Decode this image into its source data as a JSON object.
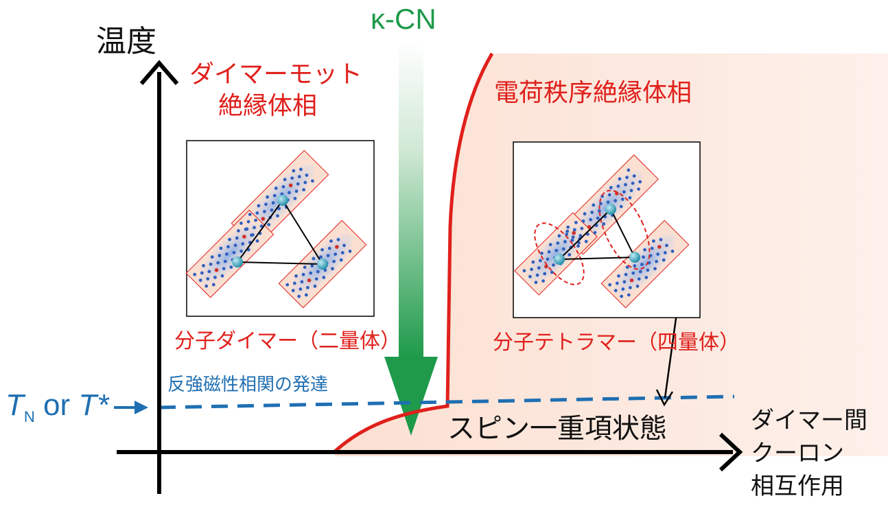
{
  "colors": {
    "red_phase": "#e0201c",
    "blue_line": "#1f6fb2",
    "green_arrow": "#1e9a4a",
    "phase_fill": "#fbe3d7"
  },
  "axes": {
    "y_label": "温度",
    "x_label_line1": "ダイマー間",
    "x_label_line2": "クーロン",
    "x_label_line3": "相互作用"
  },
  "compound_label": "κ-CN",
  "dimer_phase": {
    "line1": "ダイマーモット",
    "line2": "絶縁体相",
    "caption": "分子ダイマー（二量体）"
  },
  "co_phase": {
    "label": "電荷秩序絶縁体相",
    "caption": "分子テトラマー（四量体）"
  },
  "afm_label": "反強磁性相関の発達",
  "tn_label": {
    "T1": "T",
    "N": "N",
    "or": " or ",
    "T2": "T*"
  },
  "singlet_label": "スピン一重項状態"
}
